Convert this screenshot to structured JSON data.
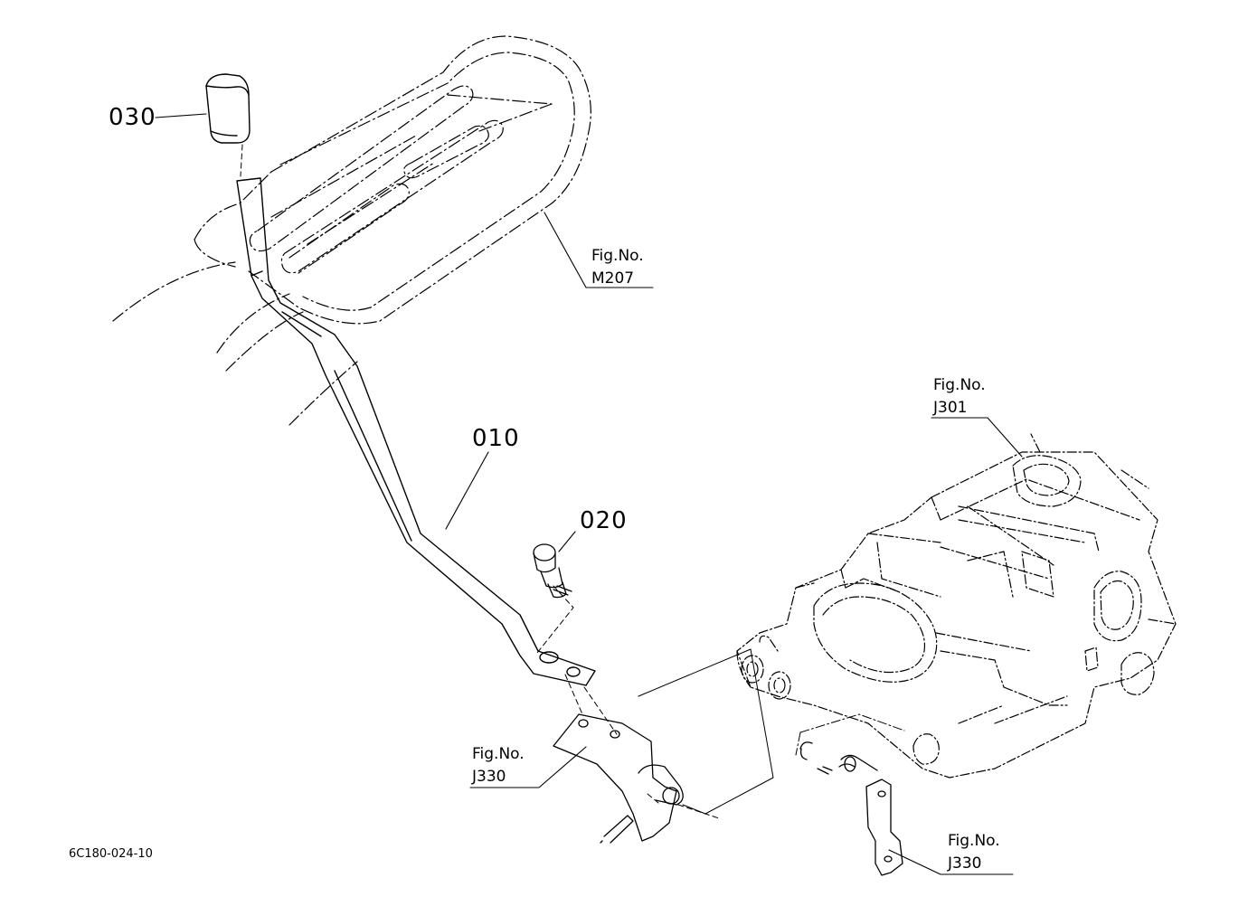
{
  "parts": {
    "p030": "030",
    "p010": "010",
    "p020": "020"
  },
  "refs": {
    "m207": {
      "title": "Fig.No.",
      "num": "M207"
    },
    "j301": {
      "title": "Fig.No.",
      "num": "J301"
    },
    "j330a": {
      "title": "Fig.No.",
      "num": "J330"
    },
    "j330b": {
      "title": "Fig.No.",
      "num": "J330"
    }
  },
  "drawing_code": "6C180-024-10"
}
